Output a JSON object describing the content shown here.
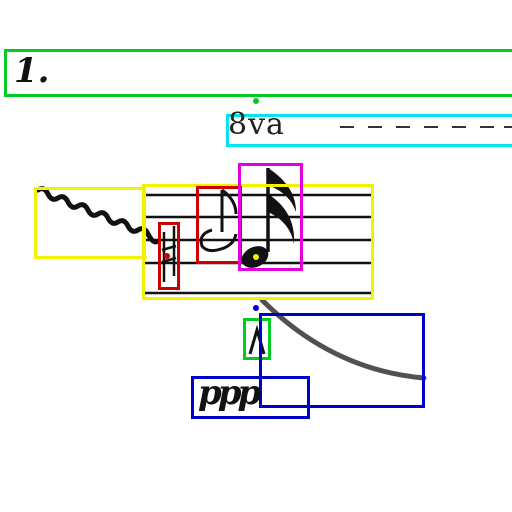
{
  "texts": {
    "ending_label": "1.",
    "ottava": "8va",
    "dynamic": "ppp",
    "accent": "^"
  },
  "colors": {
    "green": "#00cc22",
    "cyan": "#00e5ee",
    "yellow": "#f2f200",
    "red": "#cc0000",
    "magenta": "#e000e0",
    "blue": "#0000cc",
    "ink": "#111111"
  },
  "icons": [
    "trill-wave-icon",
    "eighth-note-icon",
    "sixteenth-note-icon",
    "slur-icon",
    "natural-sign-icon"
  ]
}
